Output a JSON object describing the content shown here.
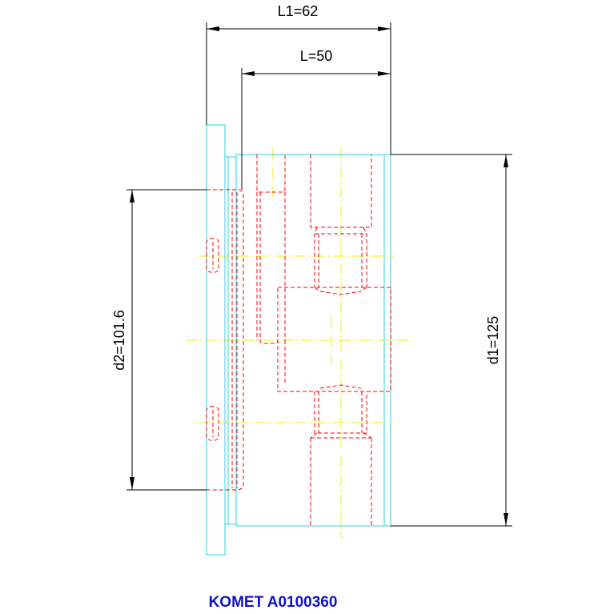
{
  "drawing": {
    "dimensions": {
      "l1": "L1=62",
      "l": "L=50",
      "d1": "d1=125",
      "d2": "d2=101.6"
    },
    "caption": "KOMET A0100360"
  },
  "colors": {
    "outline": "#52d8e4",
    "hidden": "#ff0000",
    "centerline": "#f0f000",
    "dimension": "#000000",
    "caption": "#1010c8"
  }
}
